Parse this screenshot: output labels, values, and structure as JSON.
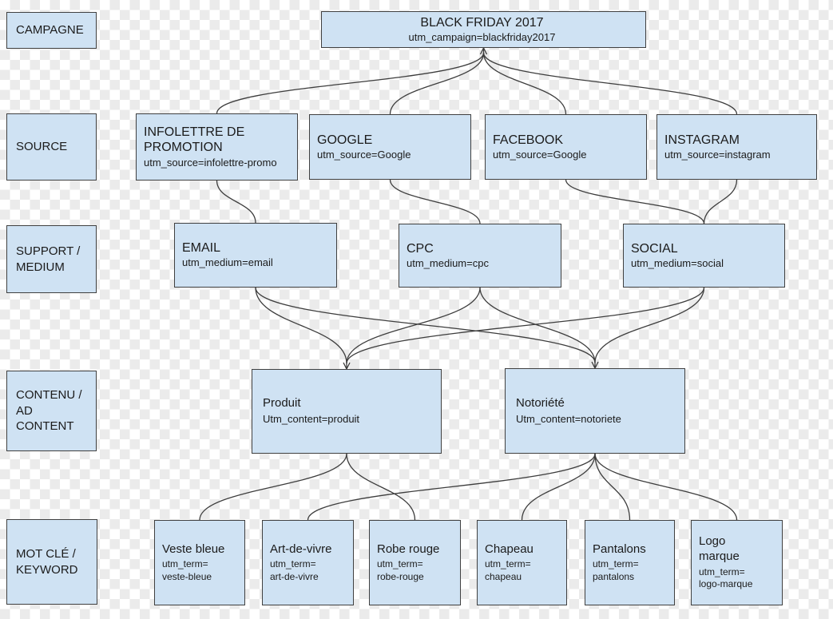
{
  "colors": {
    "node_fill": "#cfe2f3",
    "node_border": "#404040",
    "connector": "#3d3d3d",
    "text": "#1b1b1b",
    "background_checker_light": "#ffffff",
    "background_checker_dark": "#ebebeb"
  },
  "row_labels": [
    {
      "lines": [
        "CAMPAGNE"
      ]
    },
    {
      "lines": [
        "SOURCE"
      ]
    },
    {
      "lines": [
        "SUPPORT /",
        "MEDIUM"
      ]
    },
    {
      "lines": [
        "CONTENU /",
        "AD",
        "CONTENT"
      ]
    },
    {
      "lines": [
        "MOT CLÉ /",
        "KEYWORD"
      ]
    }
  ],
  "nodes": {
    "campaign": {
      "title": "BLACK FRIDAY 2017",
      "param": "utm_campaign=blackfriday2017"
    },
    "sources": [
      {
        "title": "INFOLETTRE DE PROMOTION",
        "param": "utm_source=infolettre-promo"
      },
      {
        "title": "GOOGLE",
        "param": "utm_source=Google"
      },
      {
        "title": "FACEBOOK",
        "param": "utm_source=Google"
      },
      {
        "title": "INSTAGRAM",
        "param": "utm_source=instagram"
      }
    ],
    "mediums": [
      {
        "title": "EMAIL",
        "param": "utm_medium=email"
      },
      {
        "title": "CPC",
        "param": "utm_medium=cpc"
      },
      {
        "title": "SOCIAL",
        "param": "utm_medium=social"
      }
    ],
    "contents": [
      {
        "title": "Produit",
        "param": "Utm_content=produit"
      },
      {
        "title": "Notoriété",
        "param": "Utm_content=notoriete"
      }
    ],
    "keywords": [
      {
        "title": "Veste bleue",
        "param_lines": [
          "utm_term=",
          "veste-bleue"
        ]
      },
      {
        "title": "Art-de-vivre",
        "param_lines": [
          "utm_term=",
          "art-de-vivre"
        ]
      },
      {
        "title": "Robe rouge",
        "param_lines": [
          "utm_term=",
          "robe-rouge"
        ]
      },
      {
        "title": "Chapeau",
        "param_lines": [
          "utm_term=",
          "chapeau"
        ]
      },
      {
        "title": "Pantalons",
        "param_lines": [
          "utm_term=",
          "pantalons"
        ]
      },
      {
        "title": "Logo marque",
        "param_lines": [
          "utm_term=",
          "logo-marque"
        ]
      }
    ]
  },
  "diagram": {
    "edges": [
      {
        "from": "campaign",
        "to": "source-0"
      },
      {
        "from": "campaign",
        "to": "source-1"
      },
      {
        "from": "campaign",
        "to": "source-2"
      },
      {
        "from": "campaign",
        "to": "source-3"
      },
      {
        "from": "source-0",
        "to": "medium-0"
      },
      {
        "from": "source-1",
        "to": "medium-1"
      },
      {
        "from": "source-2",
        "to": "medium-2"
      },
      {
        "from": "source-3",
        "to": "medium-2"
      },
      {
        "from": "medium-0",
        "to": "content-0"
      },
      {
        "from": "medium-0",
        "to": "content-1"
      },
      {
        "from": "medium-1",
        "to": "content-0"
      },
      {
        "from": "medium-1",
        "to": "content-1"
      },
      {
        "from": "medium-2",
        "to": "content-0"
      },
      {
        "from": "medium-2",
        "to": "content-1"
      },
      {
        "from": "content-0",
        "to": "kw-0"
      },
      {
        "from": "content-0",
        "to": "kw-2"
      },
      {
        "from": "content-1",
        "to": "kw-1"
      },
      {
        "from": "content-1",
        "to": "kw-3"
      },
      {
        "from": "content-1",
        "to": "kw-4"
      },
      {
        "from": "content-1",
        "to": "kw-5"
      }
    ],
    "arrows": [
      {
        "node": "campaign",
        "side": "bottom"
      },
      {
        "node": "content-0",
        "side": "top"
      },
      {
        "node": "content-1",
        "side": "top"
      }
    ]
  }
}
